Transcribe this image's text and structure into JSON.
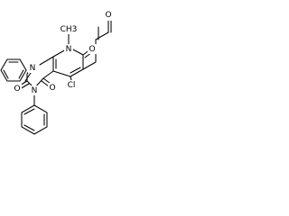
{
  "structure": {
    "atoms": {
      "me": "CH3",
      "n8": "N",
      "o7": "O",
      "cho_o": "O",
      "cl": "Cl",
      "n1": "N",
      "o2": "O",
      "n3": "N",
      "o4": "O"
    }
  },
  "colors": {
    "ink": "#000000",
    "background": "#ffffff"
  }
}
